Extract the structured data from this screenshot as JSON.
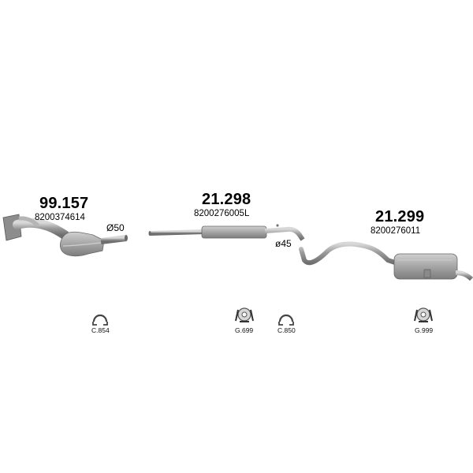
{
  "parts": [
    {
      "code": "99.157",
      "oem": "8200374614"
    },
    {
      "code": "21.298",
      "oem": "8200276005L"
    },
    {
      "code": "21.299",
      "oem": "8200276011"
    }
  ],
  "dimensions": {
    "d1": "Ø50",
    "d2": "ø45"
  },
  "accessories": [
    {
      "code": "C.854",
      "icon": "clamp-icon"
    },
    {
      "code": "G.699",
      "icon": "rubber-hanger-icon"
    },
    {
      "code": "C.850",
      "icon": "clamp-icon"
    },
    {
      "code": "G.999",
      "icon": "rubber-hanger-icon"
    }
  ]
}
